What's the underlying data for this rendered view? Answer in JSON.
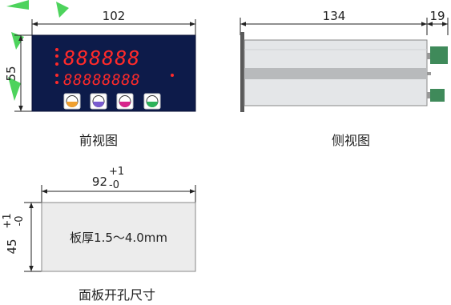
{
  "front_view": {
    "width_label": "102",
    "height_label": "55",
    "caption": "前视图",
    "display_row1": "888888",
    "display_row2": "88888888",
    "buttons": [
      {
        "color": "#f0a030"
      },
      {
        "color": "#7a5ccf"
      },
      {
        "color": "#d8248c"
      },
      {
        "color": "#2db35a"
      }
    ]
  },
  "side_view": {
    "length_label": "134",
    "terminal_label": "19",
    "caption": "侧视图"
  },
  "cutout": {
    "width_label": "92",
    "width_tol_plus": "+1",
    "width_tol_minus": "-0",
    "height_label": "45",
    "height_tol_plus": "+1",
    "height_tol_minus": "-0",
    "thickness_text": "板厚1.5～4.0mm",
    "caption": "面板开孔尺寸"
  }
}
